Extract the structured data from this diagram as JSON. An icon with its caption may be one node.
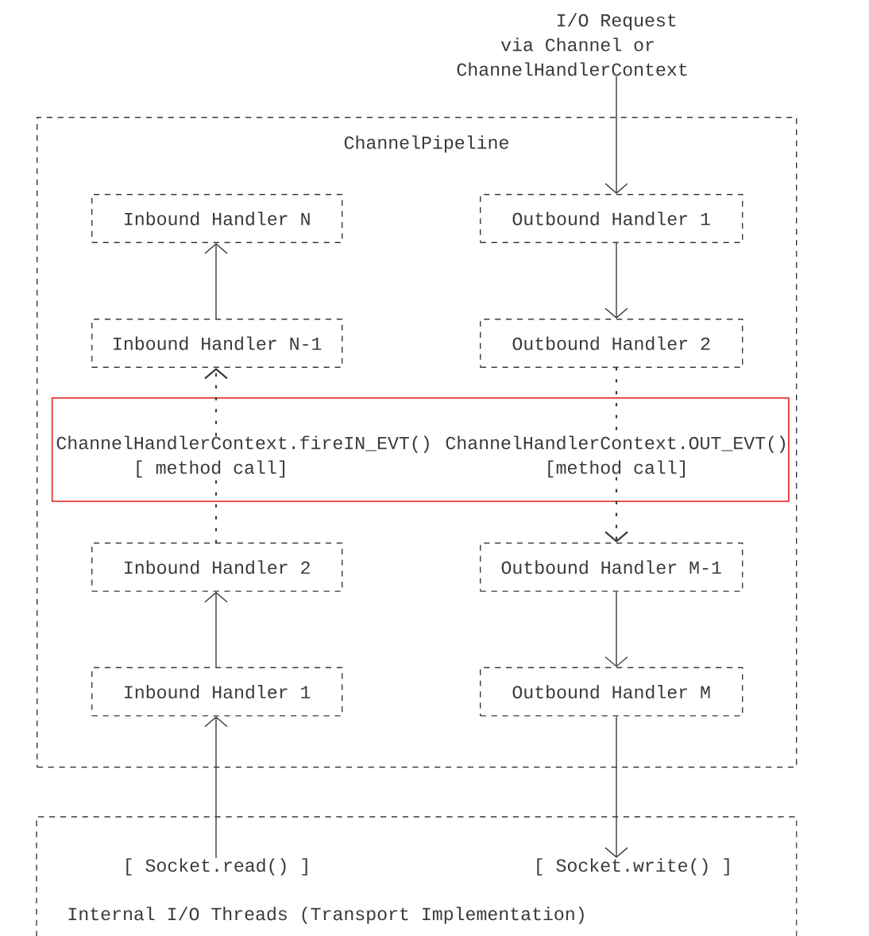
{
  "diagram": {
    "nodes": [
      {
        "text": [
          "I/O Request via Channel or ChannelHandlerContext"
        ]
      },
      {
        "text": [
          "ChannelPipeline"
        ]
      },
      {
        "text": [
          "Inbound Handler N"
        ],
        "in": 1
      },
      {
        "text": [
          "Outbound Handler 1"
        ],
        "in": 1
      },
      {
        "text": [
          "Inbound Handler N-1"
        ],
        "in": 1
      },
      {
        "text": [
          "Outbound Handler 2"
        ],
        "in": 1
      },
      {
        "text": [],
        "shape": "box",
        "in": 1
      },
      {
        "text": [
          "ChannelHandlerContext.fireIN_EVT()",
          "[ method call]"
        ],
        "in": 6
      },
      {
        "text": [
          "ChannelHandlerContext.OUT_EVT()",
          "[method call]"
        ],
        "in": 6
      },
      {
        "text": [
          "Inbound Handler 2"
        ],
        "in": 1
      },
      {
        "text": [
          "Outbound Handler M-1"
        ],
        "in": 1
      },
      {
        "text": [
          "Inbound Handler 1"
        ],
        "in": 1
      },
      {
        "text": [
          "Outbound Handler M"
        ],
        "in": 1
      },
      {
        "text": [
          "Internal I/O Threads (Transport Implementation)"
        ]
      },
      {
        "text": [
          "[ Socket.read() ]"
        ],
        "in": 13
      },
      {
        "text": [
          "[ Socket.write() ]"
        ],
        "in": 13
      }
    ],
    "edges": [
      {
        "from": 0,
        "to": 3,
        "arrow": "to"
      },
      {
        "from": 3,
        "to": 5,
        "arrow": "to"
      },
      {
        "from": 5,
        "to": 8,
        "arrow": "none",
        "style": "dashed"
      },
      {
        "from": 8,
        "to": 10,
        "arrow": "to",
        "style": "dashed"
      },
      {
        "from": 10,
        "to": 12,
        "arrow": "to"
      },
      {
        "from": 12,
        "to": 15,
        "arrow": "to"
      },
      {
        "from": 14,
        "to": 11,
        "arrow": "to"
      },
      {
        "from": 11,
        "to": 9,
        "arrow": "to"
      },
      {
        "from": 9,
        "to": 7,
        "arrow": "none",
        "style": "dashed"
      },
      {
        "from": 7,
        "to": 4,
        "arrow": "to",
        "style": "dashed"
      },
      {
        "from": 4,
        "to": 2,
        "arrow": "to"
      }
    ]
  }
}
